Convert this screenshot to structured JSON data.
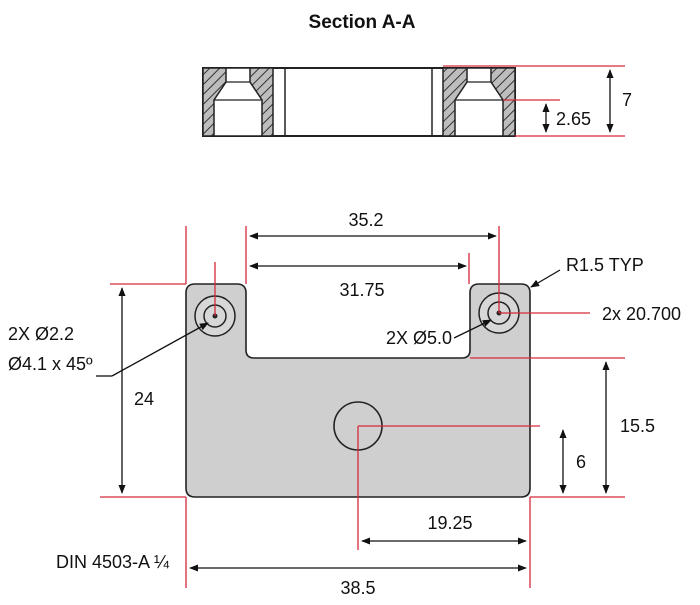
{
  "section_title": "Section A-A",
  "dimensions": {
    "section_height": "7",
    "counterbore_depth": "2.65",
    "outer_hole_spacing": "35.2",
    "inner_hole_spacing": "31.75",
    "corner_radius": "R1.5 TYP",
    "small_hole_spec_line1": "2X Ø2.2",
    "small_hole_spec_line2": "Ø4.1 x 45º",
    "large_hole_spec": "2X Ø5.0",
    "hole_elevation": "2x 20.700",
    "overall_height": "24",
    "notch_depth": "15.5",
    "center_hole_height": "6",
    "center_hole_offset": "19.25",
    "overall_width": "38.5"
  },
  "standard_note": "DIN 4503-A ¼",
  "colors": {
    "part_fill": "#cfcfcf",
    "outline": "#222222",
    "extension_line": "#d42a3a",
    "dimension_line": "#111111"
  }
}
